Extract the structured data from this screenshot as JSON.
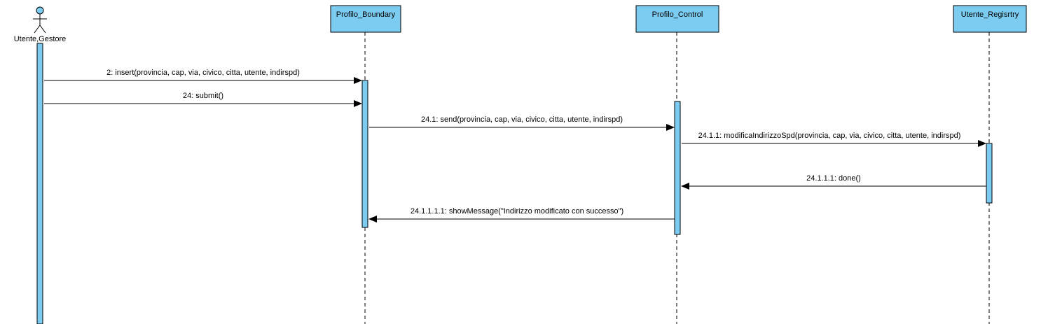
{
  "colors": {
    "participant_fill": "#7CCCF1",
    "activation_fill": "#7CCCF1",
    "line": "#000000"
  },
  "actor": {
    "name": "Utente,Gestore",
    "icon": "stick-figure-icon"
  },
  "participants": [
    {
      "name": "Profilo_Boundary"
    },
    {
      "name": "Profilo_Control"
    },
    {
      "name": "Utente_Regisrtry"
    }
  ],
  "messages": [
    {
      "label": "2: insert(provincia, cap, via, civico, citta, utente, indirspd)",
      "from": "Utente,Gestore",
      "to": "Profilo_Boundary",
      "kind": "sync"
    },
    {
      "label": "24: submit()",
      "from": "Utente,Gestore",
      "to": "Profilo_Boundary",
      "kind": "sync"
    },
    {
      "label": "24.1: send(provincia, cap, via, civico, citta, utente, indirspd)",
      "from": "Profilo_Boundary",
      "to": "Profilo_Control",
      "kind": "sync"
    },
    {
      "label": "24.1.1: modificaIndirizzoSpd(provincia, cap, via, civico, citta, utente, indirspd)",
      "from": "Profilo_Control",
      "to": "Utente_Regisrtry",
      "kind": "sync"
    },
    {
      "label": "24.1.1.1: done()",
      "from": "Utente_Regisrtry",
      "to": "Profilo_Control",
      "kind": "sync"
    },
    {
      "label": "24.1.1.1.1: showMessage(\"Indirizzo modificato con successo\")",
      "from": "Profilo_Control",
      "to": "Profilo_Boundary",
      "kind": "sync"
    }
  ]
}
